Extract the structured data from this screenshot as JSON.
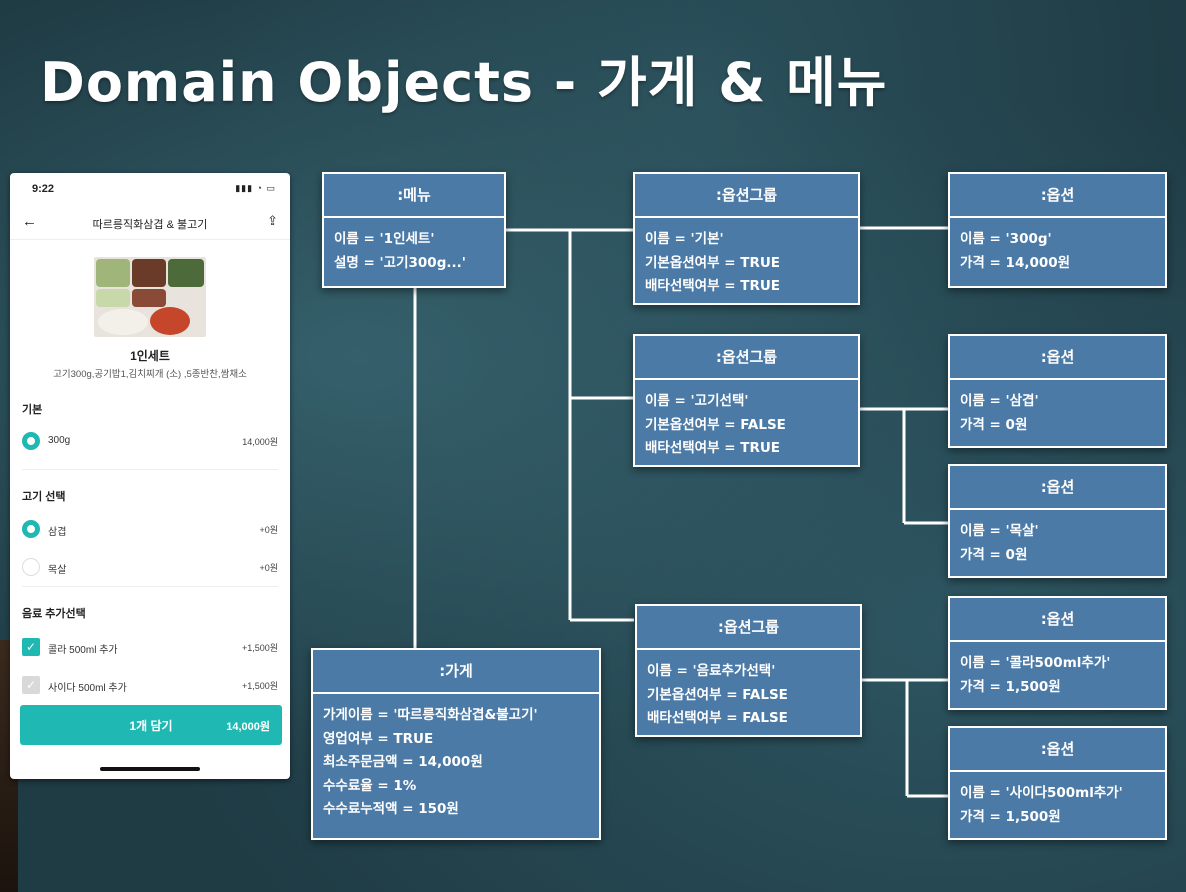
{
  "slide": {
    "title": "Domain Objects - 가게 & 메뉴"
  },
  "phone": {
    "time": "9:22",
    "status_icons": "▮▮▮ ◔ ▭",
    "store_title": "따르릉직화삼겹 & 불고기",
    "item_name": "1인세트",
    "item_desc": "고기300g,공기밥1,김치찌개 (소) ,5종반찬,쌈채소",
    "groups": [
      {
        "title": "기본",
        "options": [
          {
            "label": "300g",
            "price": "14,000원",
            "selected": true
          }
        ]
      },
      {
        "title": "고기 선택",
        "options": [
          {
            "label": "삼겹",
            "price": "+0원",
            "selected": true
          },
          {
            "label": "목살",
            "price": "+0원",
            "selected": false
          }
        ]
      },
      {
        "title": "음료 추가선택",
        "options": [
          {
            "label": "콜라 500ml 추가",
            "price": "+1,500원",
            "selected": true
          },
          {
            "label": "사이다 500ml 추가",
            "price": "+1,500원",
            "selected": false
          }
        ]
      }
    ],
    "cart_button": {
      "label": "1개 담기",
      "price": "14,000원"
    }
  },
  "diagram": {
    "menu": {
      "header": ":메뉴",
      "lines": [
        "이름 = '1인세트'",
        "설명 = '고기300g...'"
      ]
    },
    "store": {
      "header": ":가게",
      "lines": [
        "가게이름 = '따르릉직화삼겹&불고기'",
        "영업여부 = TRUE",
        "최소주문금액 = 14,000원",
        "수수료율 = 1%",
        "수수료누적액 = 150원"
      ]
    },
    "option_groups": [
      {
        "header": ":옵션그룹",
        "lines": [
          "이름 = '기본'",
          "기본옵션여부 = TRUE",
          "배타선택여부 = TRUE"
        ]
      },
      {
        "header": ":옵션그룹",
        "lines": [
          "이름 = '고기선택'",
          "기본옵션여부 = FALSE",
          "배타선택여부 = TRUE"
        ]
      },
      {
        "header": ":옵션그룹",
        "lines": [
          "이름 = '음료추가선택'",
          "기본옵션여부 = FALSE",
          "배타선택여부 = FALSE"
        ]
      }
    ],
    "options": [
      {
        "header": ":옵션",
        "lines": [
          "이름 = '300g'",
          "가격 = 14,000원"
        ]
      },
      {
        "header": ":옵션",
        "lines": [
          "이름 = '삼겹'",
          "가격 = 0원"
        ]
      },
      {
        "header": ":옵션",
        "lines": [
          "이름 = '목살'",
          "가격 = 0원"
        ]
      },
      {
        "header": ":옵션",
        "lines": [
          "이름 = '콜라500ml추가'",
          "가격 = 1,500원"
        ]
      },
      {
        "header": ":옵션",
        "lines": [
          "이름 = '사이다500ml추가'",
          "가격 = 1,500원"
        ]
      }
    ]
  },
  "colors": {
    "box_fill": "#4c7aa6",
    "box_border": "#ffffff",
    "accent": "#20b8b2",
    "background": "#1f3b44"
  }
}
